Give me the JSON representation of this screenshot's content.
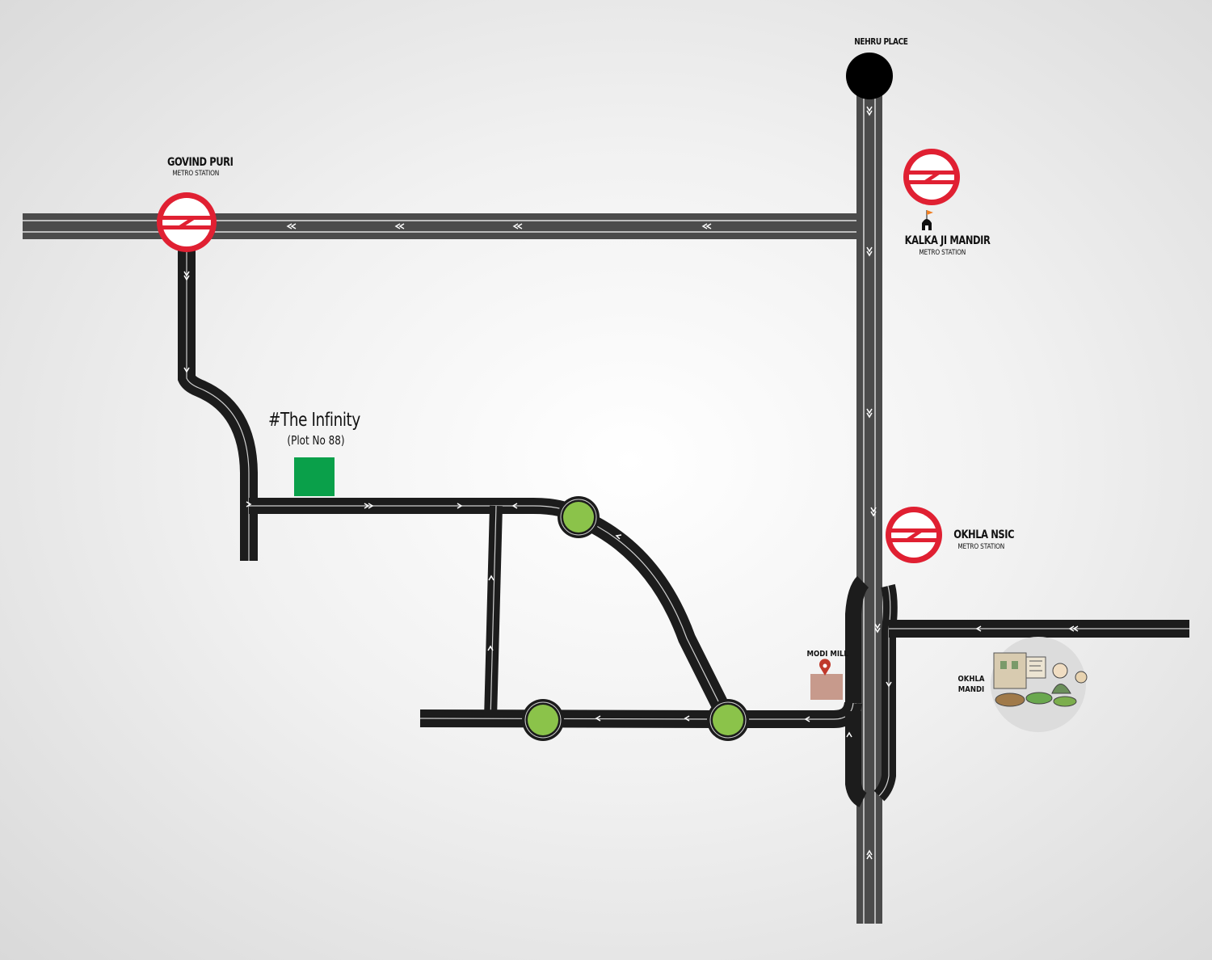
{
  "project": {
    "title": "#The Infinity",
    "subtitle": "(Plot No 88)"
  },
  "stations": {
    "govind_puri": {
      "name": "GOVIND PURI",
      "type": "METRO STATION"
    },
    "kalkaji": {
      "name": "KALKA JI MANDIR",
      "type": "METRO STATION"
    },
    "okhla_nsic": {
      "name": "OKHLA NSIC",
      "type": "METRO STATION"
    }
  },
  "landmarks": {
    "nehru_place": "NEHRU PLACE",
    "modi_mill": "MODI MILL",
    "okhla_mandi_line1": "OKHLA",
    "okhla_mandi_line2": "MANDI"
  },
  "colors": {
    "road": "#1c1c1c",
    "highway": "#4b4b4b",
    "metro_red": "#e02032",
    "project_green": "#0aa04a",
    "roundabout_green": "#8bc34a",
    "modi_mill": "#c79a8c",
    "pin": "#c0392b",
    "temple_flag": "#f07f22"
  },
  "icons": {
    "metro": "delhi-metro-logo",
    "temple": "temple-icon",
    "pin": "location-pin-icon",
    "market": "market-illustration"
  }
}
